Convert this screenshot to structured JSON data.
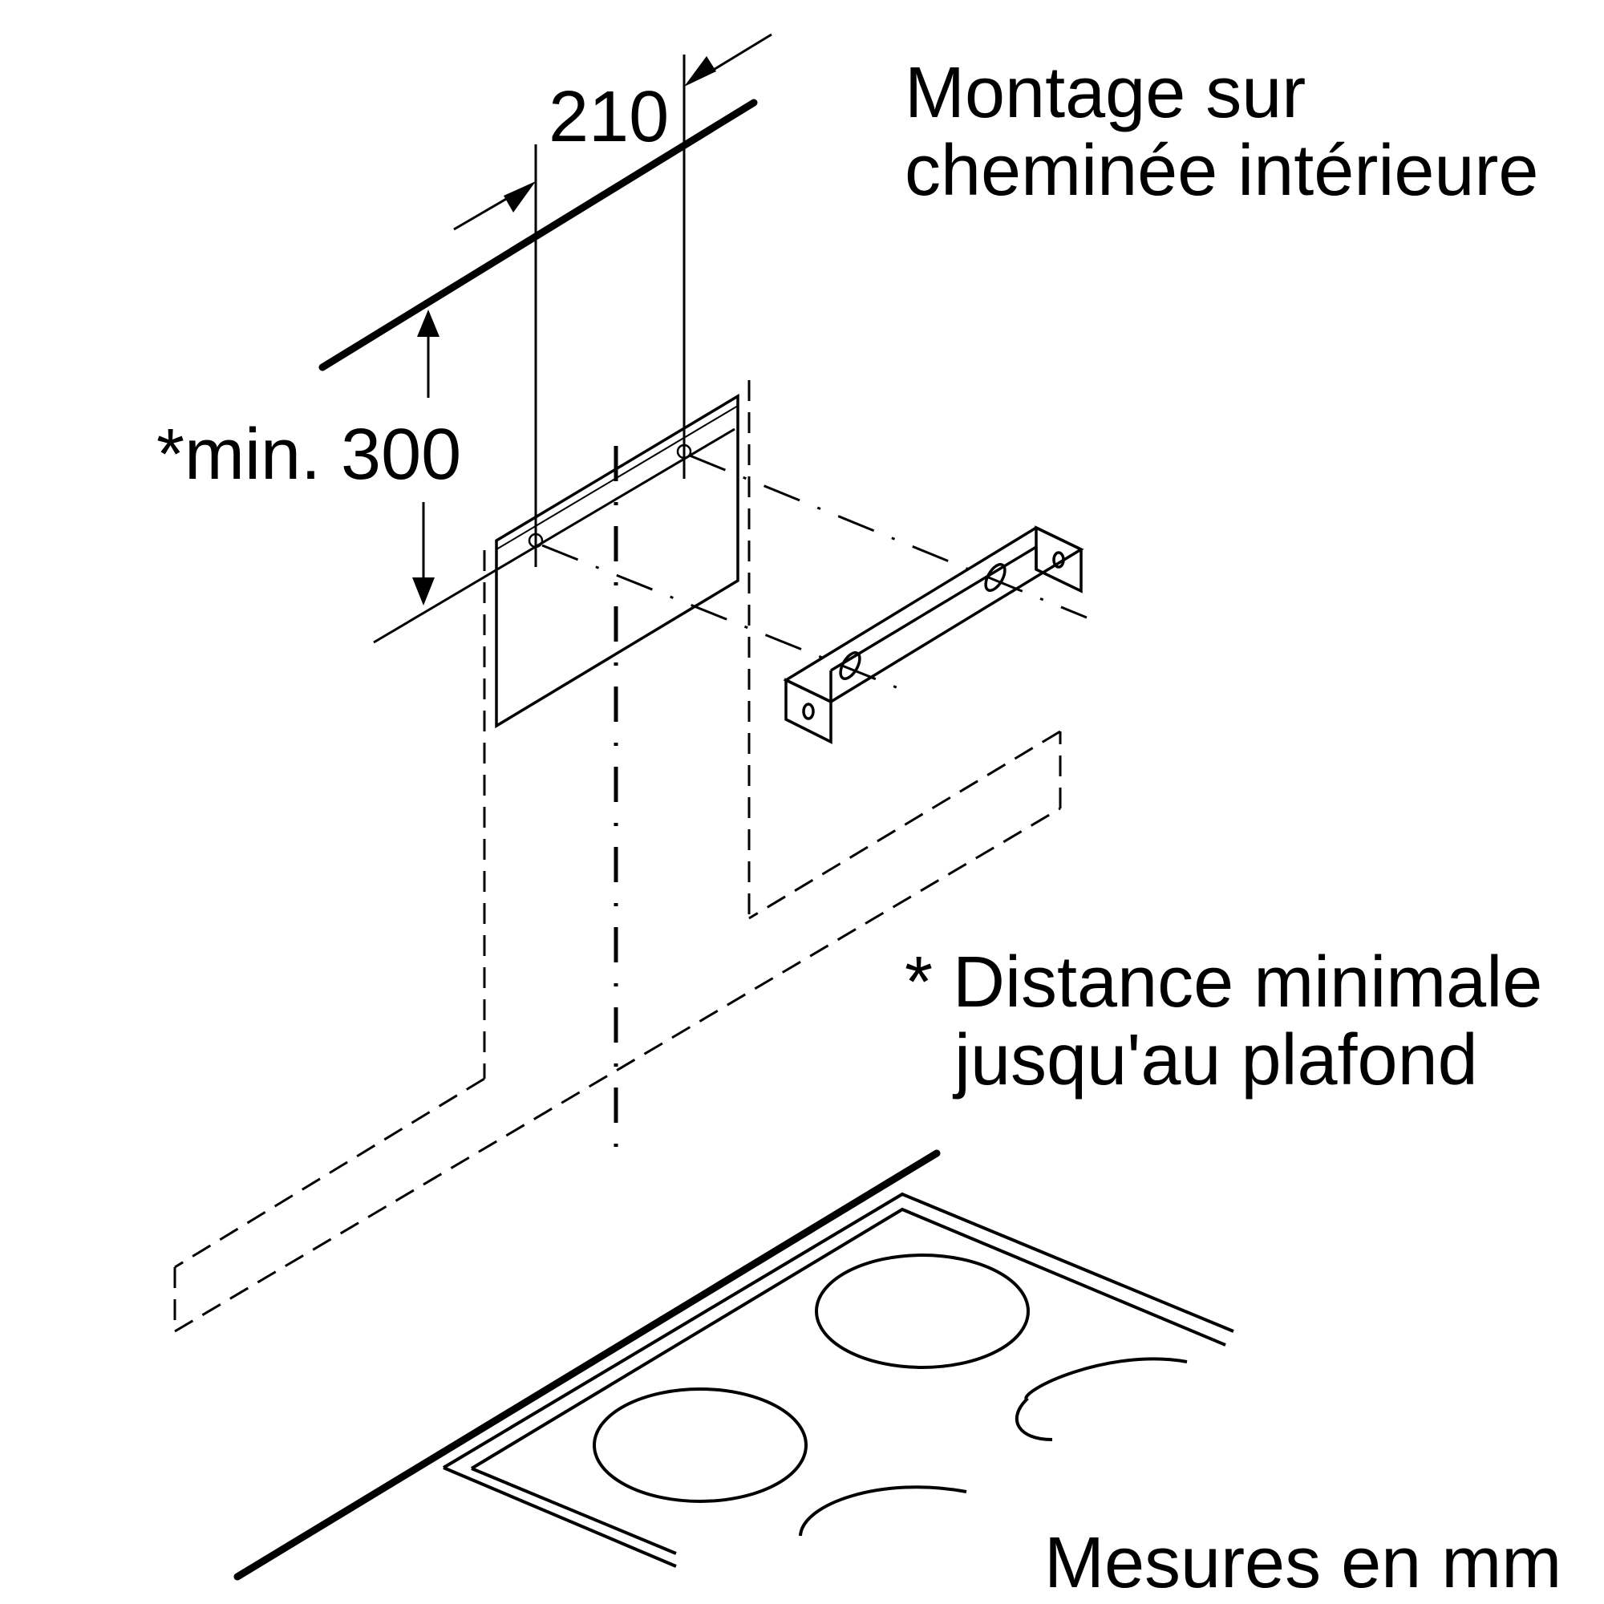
{
  "title": {
    "line1": "Montage sur",
    "line2": "cheminée intérieure"
  },
  "dimensions": {
    "width": "210",
    "min_height": "*min. 300"
  },
  "note": {
    "line1": "* Distance minimale",
    "line2": "jusqu'au plafond"
  },
  "units": "Mesures en mm",
  "colors": {
    "line": "#000000",
    "background": "#ffffff"
  }
}
